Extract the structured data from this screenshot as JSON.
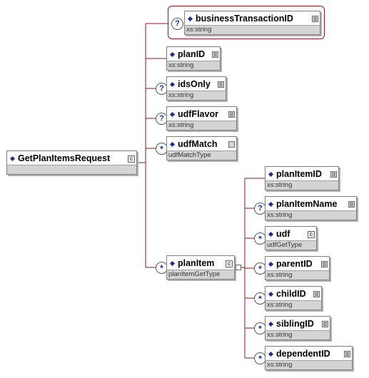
{
  "colors": {
    "connector_line": "#8b1a1a",
    "diamond": "#1c2f8e",
    "type_bar": "#d4d4d4",
    "border": "#808080"
  },
  "root": {
    "name": "GetPlanItemsRequest",
    "icon": "complex-type-icon"
  },
  "elements": [
    {
      "name": "businessTransactionID",
      "type": "xs:string",
      "cardinality": "optional",
      "icon": "list-icon"
    },
    {
      "name": "planID",
      "type": "xs:string",
      "cardinality": "required",
      "icon": "list-icon"
    },
    {
      "name": "idsOnly",
      "type": "xs:string",
      "cardinality": "optional",
      "icon": "list-icon"
    },
    {
      "name": "udfFlavor",
      "type": "xs:string",
      "cardinality": "optional",
      "icon": "list-icon"
    },
    {
      "name": "udfMatch",
      "type": "udfMatchType",
      "cardinality": "zero-or-more",
      "icon": "blank-icon"
    },
    {
      "name": "planItem",
      "type": "planItemGetType",
      "cardinality": "zero-or-more",
      "icon": "complex-type-icon"
    }
  ],
  "planItem_children": [
    {
      "name": "planItemID",
      "type": "xs:string",
      "cardinality": "required",
      "icon": "list-icon"
    },
    {
      "name": "planItemName",
      "type": "xs:string",
      "cardinality": "optional",
      "icon": "list-icon"
    },
    {
      "name": "udf",
      "type": "udfGetType",
      "cardinality": "zero-or-more",
      "icon": "complex-type-icon"
    },
    {
      "name": "parentID",
      "type": "xs:string",
      "cardinality": "zero-or-more",
      "icon": "list-icon"
    },
    {
      "name": "childID",
      "type": "xs:string",
      "cardinality": "zero-or-more",
      "icon": "list-icon"
    },
    {
      "name": "siblingID",
      "type": "xs:string",
      "cardinality": "zero-or-more",
      "icon": "list-icon"
    },
    {
      "name": "dependentID",
      "type": "xs:string",
      "cardinality": "zero-or-more",
      "icon": "list-icon"
    }
  ],
  "badge_symbols": {
    "optional": "?",
    "zero-or-more": "*"
  },
  "complex_icon_glyph": "c"
}
